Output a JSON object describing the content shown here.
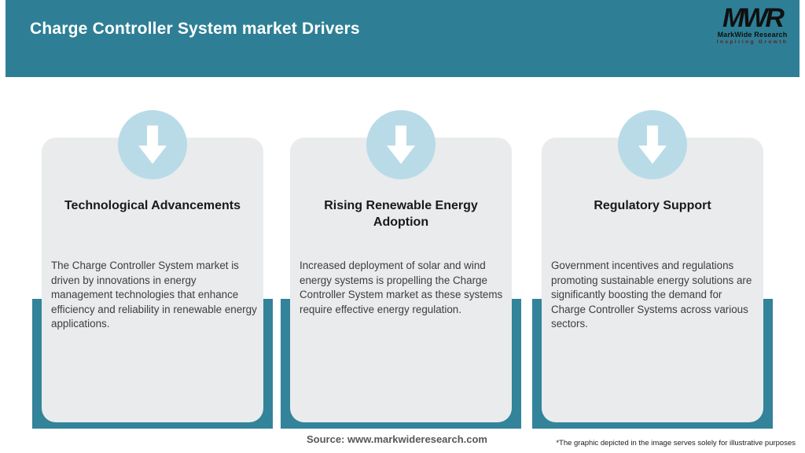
{
  "header": {
    "title": "Charge Controller System market Drivers",
    "logo": {
      "mark": "MWR",
      "name": "MarkWide Research",
      "tagline": "Inspiring Growth"
    }
  },
  "cards": [
    {
      "title": "Technological Advancements",
      "body": "The Charge Controller System market is driven by innovations in energy management technologies that enhance efficiency and reliability in renewable energy applications.",
      "icon": "down-arrow-icon"
    },
    {
      "title": "Rising Renewable Energy Adoption",
      "body": "Increased deployment of solar and wind energy systems is propelling the Charge Controller System market as these systems require effective energy regulation.",
      "icon": "down-arrow-icon"
    },
    {
      "title": "Regulatory Support",
      "body": "Government incentives and regulations promoting sustainable energy solutions are significantly boosting the demand for Charge Controller Systems across various sectors.",
      "icon": "down-arrow-icon"
    }
  ],
  "footer": {
    "source": "Source: www.markwideresearch.com",
    "disclaimer": "*The graphic depicted in the image serves solely for illustrative purposes"
  },
  "colors": {
    "header_teal": "#2e7f96",
    "block_teal": "#33839a",
    "card_bg": "#e9ebec",
    "circle_blue": "#b9dbe8",
    "tagline_red": "#6b1a1a"
  }
}
